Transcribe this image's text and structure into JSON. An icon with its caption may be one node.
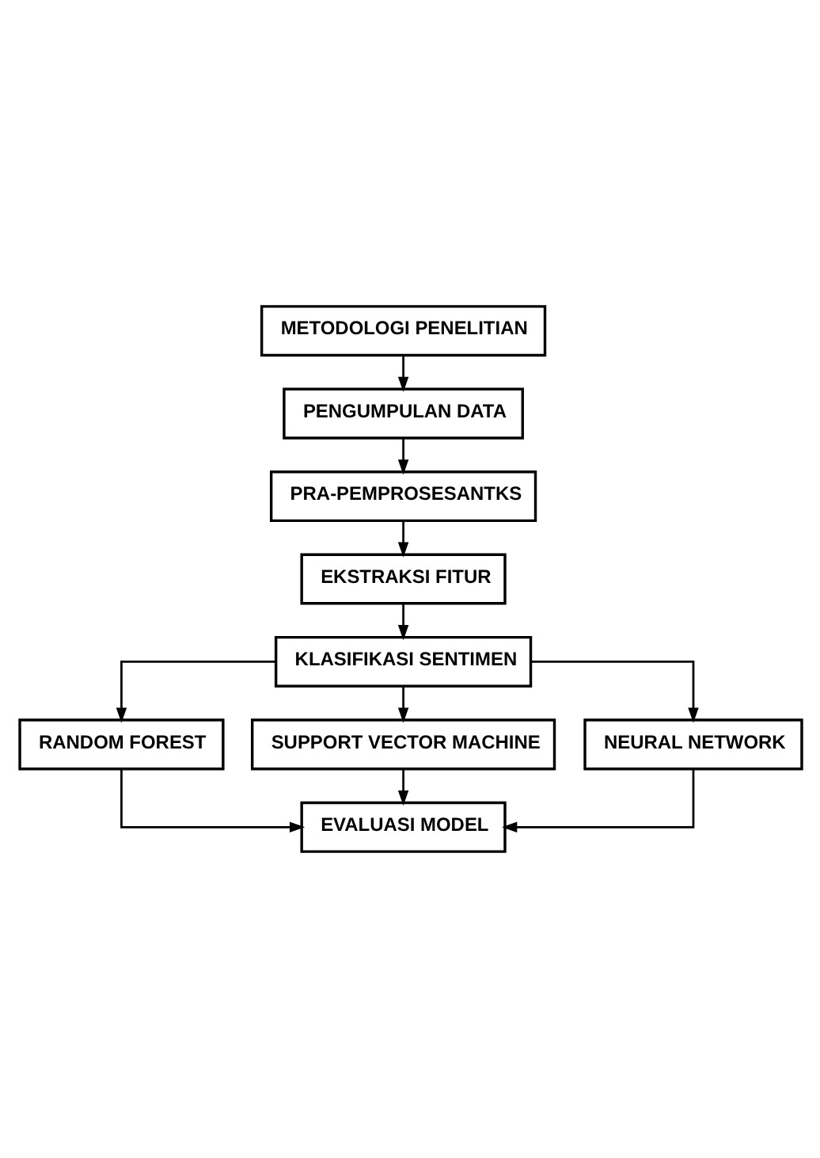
{
  "diagram": {
    "nodes": [
      {
        "text": [
          "METODOLOGI PENELITIAN"
        ]
      },
      {
        "text": [
          "PENGUMPULAN DATA"
        ]
      },
      {
        "text": [
          "PRA-PEMPROSESANTKS"
        ]
      },
      {
        "text": [
          "EKSTRAKSI FITUR"
        ]
      },
      {
        "text": [
          "KLASIFIKASI SENTIMEN"
        ]
      },
      {
        "text": [
          "RANDOM FOREST"
        ]
      },
      {
        "text": [
          "SUPPORT VECTOR MACHINE"
        ]
      },
      {
        "text": [
          "NEURAL NETWORK"
        ]
      },
      {
        "text": [
          "EVALUASI MODEL"
        ]
      }
    ],
    "edges": [
      {
        "from": 0,
        "to": 1,
        "arrow": "to"
      },
      {
        "from": 1,
        "to": 2,
        "arrow": "to"
      },
      {
        "from": 2,
        "to": 3,
        "arrow": "to"
      },
      {
        "from": 3,
        "to": 4,
        "arrow": "to"
      },
      {
        "from": 4,
        "to": 5,
        "arrow": "to"
      },
      {
        "from": 4,
        "to": 6,
        "arrow": "to"
      },
      {
        "from": 4,
        "to": 7,
        "arrow": "to"
      },
      {
        "from": 5,
        "to": 8,
        "arrow": "to"
      },
      {
        "from": 6,
        "to": 8,
        "arrow": "to"
      },
      {
        "from": 7,
        "to": 8,
        "arrow": "to"
      }
    ]
  }
}
